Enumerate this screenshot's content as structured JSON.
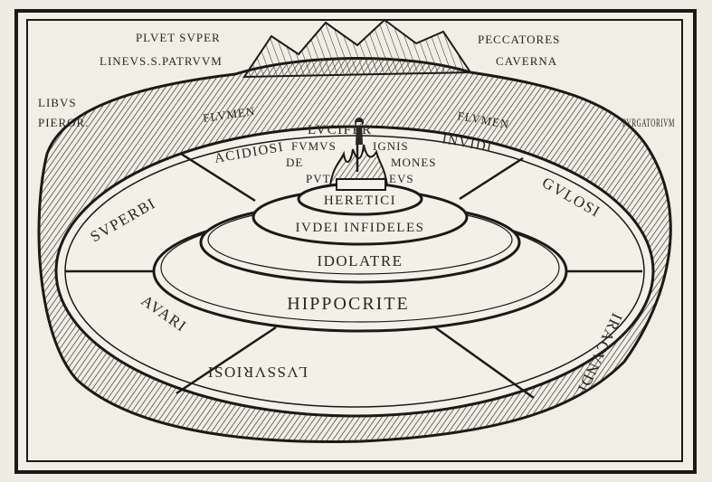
{
  "colors": {
    "paper": "#efece3",
    "ink": "#2a2622",
    "fill": "#f3f0e8"
  },
  "woodcut": {
    "top_left": {
      "line1": "PLVET SVPER",
      "line2": "LINEVS.S.PATRVVM"
    },
    "top_right": {
      "line1": "PECCATORES",
      "line2": "CAVERNA"
    },
    "left_corner": {
      "line1": "LIBVS",
      "line2": "PIEROR."
    },
    "right_corner": {
      "line1": "PVRGATORIVM"
    },
    "rivers": {
      "left": "FLVMEN",
      "right": "FLVMEN"
    },
    "lucifer": "LVCIFER",
    "smoke": {
      "left": "FVMVS",
      "right": "IGNIS"
    },
    "de": "DE",
    "mones": "MONES",
    "puteus": {
      "left": "PVT",
      "right": "EVS"
    },
    "circles": {
      "heretici": "HERETICI",
      "iudei": "IVDEI INFIDELES",
      "idolatre": "IDOLATRE",
      "hippocrite": "HIPPOCRITE"
    },
    "sectors": {
      "acidiosi": "ACIDIOSI",
      "invidi": "INVIDI",
      "superbi": "SVPERBI",
      "gulosi": "GVLOSI",
      "avari": "AVARI",
      "iracundi": "IRACVNDI",
      "lussuriosi": "LVSSVRIOSI"
    }
  }
}
